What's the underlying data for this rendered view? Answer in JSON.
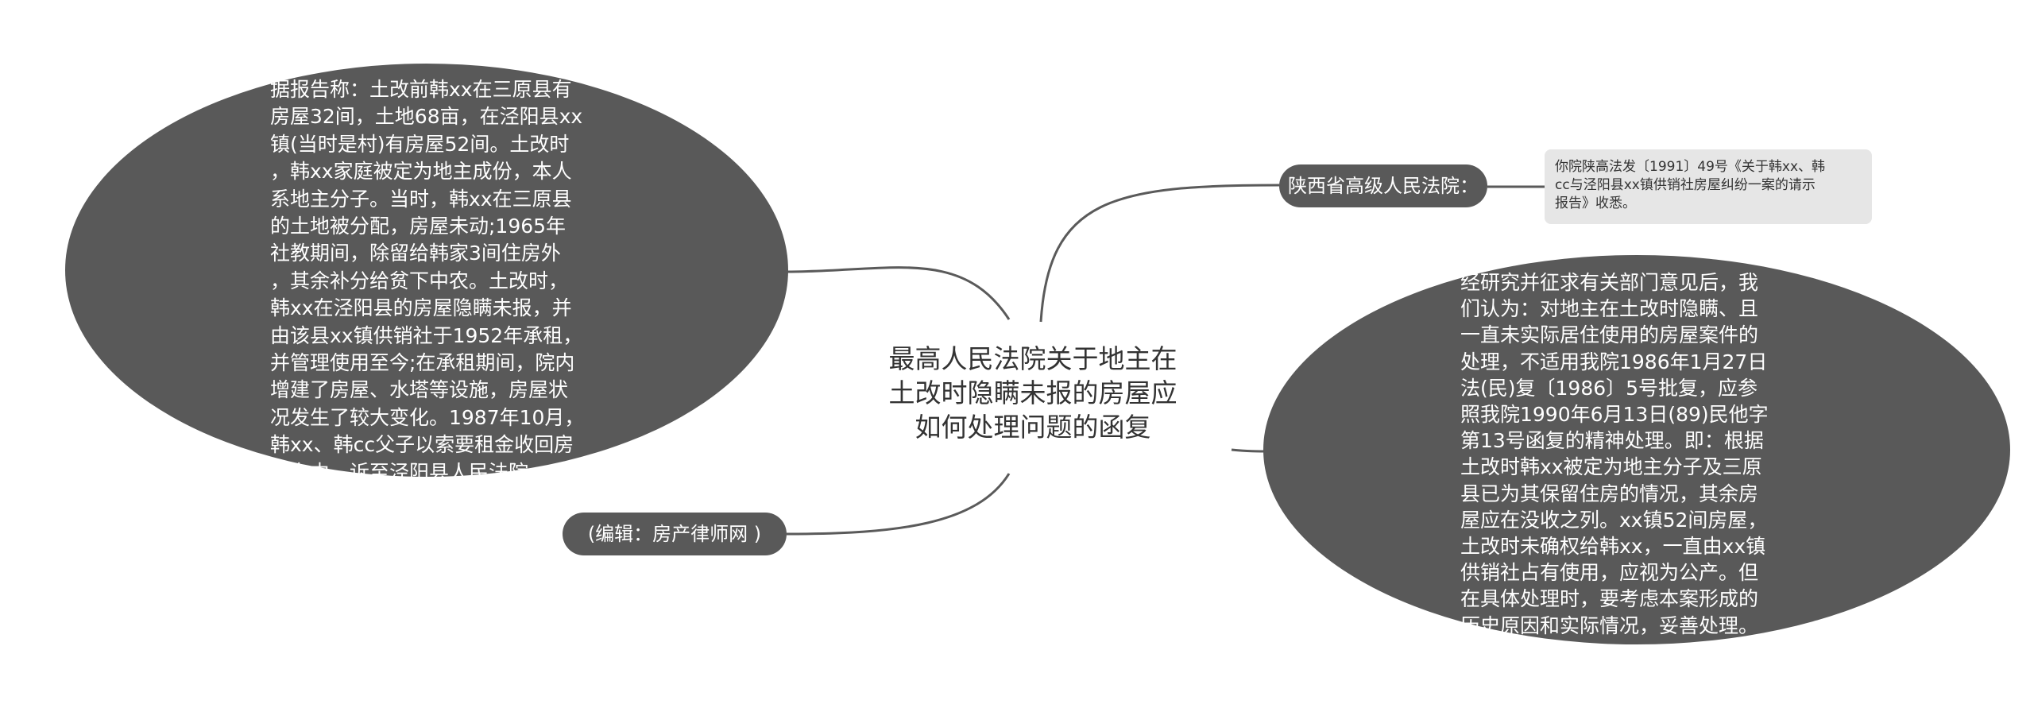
{
  "diagram": {
    "title": "最高人民法院关于地主在\n土改时隐瞒未报的房屋应\n如何处理问题的函复",
    "left_branch": {
      "text": "据报告称：土改前韩xx在三原县有\n房屋32间，土地68亩，在泾阳县xx\n镇(当时是村)有房屋52间。土改时\n，韩xx家庭被定为地主成份，本人\n系地主分子。当时，韩xx在三原县\n的土地被分配，房屋未动;1965年\n社教期间，除留给韩家3间住房外\n，其余补分给贫下中农。土改时，\n韩xx在泾阳县的房屋隐瞒未报，并\n由该县xx镇供销社于1952年承租，\n并管理使用至今;在承租期间，院内\n增建了房屋、水塔等设施，房屋状\n况发生了较大变化。1987年10月，\n韩xx、韩cc父子以索要租金收回房\n屋为由，诉至泾阳县人民法院。"
    },
    "editor_branch": {
      "text": "(编辑：房产律师网 )"
    },
    "court_branch": {
      "text": "陕西省高级人民法院：",
      "note": "你院陕高法发〔1991〕49号《关于韩xx、韩\ncc与泾阳县xx镇供销社房屋纠纷一案的请示\n报告》收悉。"
    },
    "right_branch": {
      "text": "经研究并征求有关部门意见后，我\n们认为：对地主在土改时隐瞒、且\n一直未实际居住使用的房屋案件的\n处理，不适用我院1986年1月27日\n法(民)复〔1986〕5号批复，应参\n照我院1990年6月13日(89)民他字\n第13号函复的精神处理。即：根据\n土改时韩xx被定为地主分子及三原\n县已为其保留住房的情况，其余房\n屋应在没收之列。xx镇52间房屋，\n土改时未确权给韩xx，一直由xx镇\n供销社占有使用，应视为公产。但\n在具体处理时，要考虑本案形成的\n历史原因和实际情况，妥善处理。"
    }
  },
  "colors": {
    "node_fill": "#595959",
    "node_text": "#ffffff",
    "connector": "#5a5a5a",
    "note_fill": "#e6e6e6",
    "title_text": "#333333"
  }
}
